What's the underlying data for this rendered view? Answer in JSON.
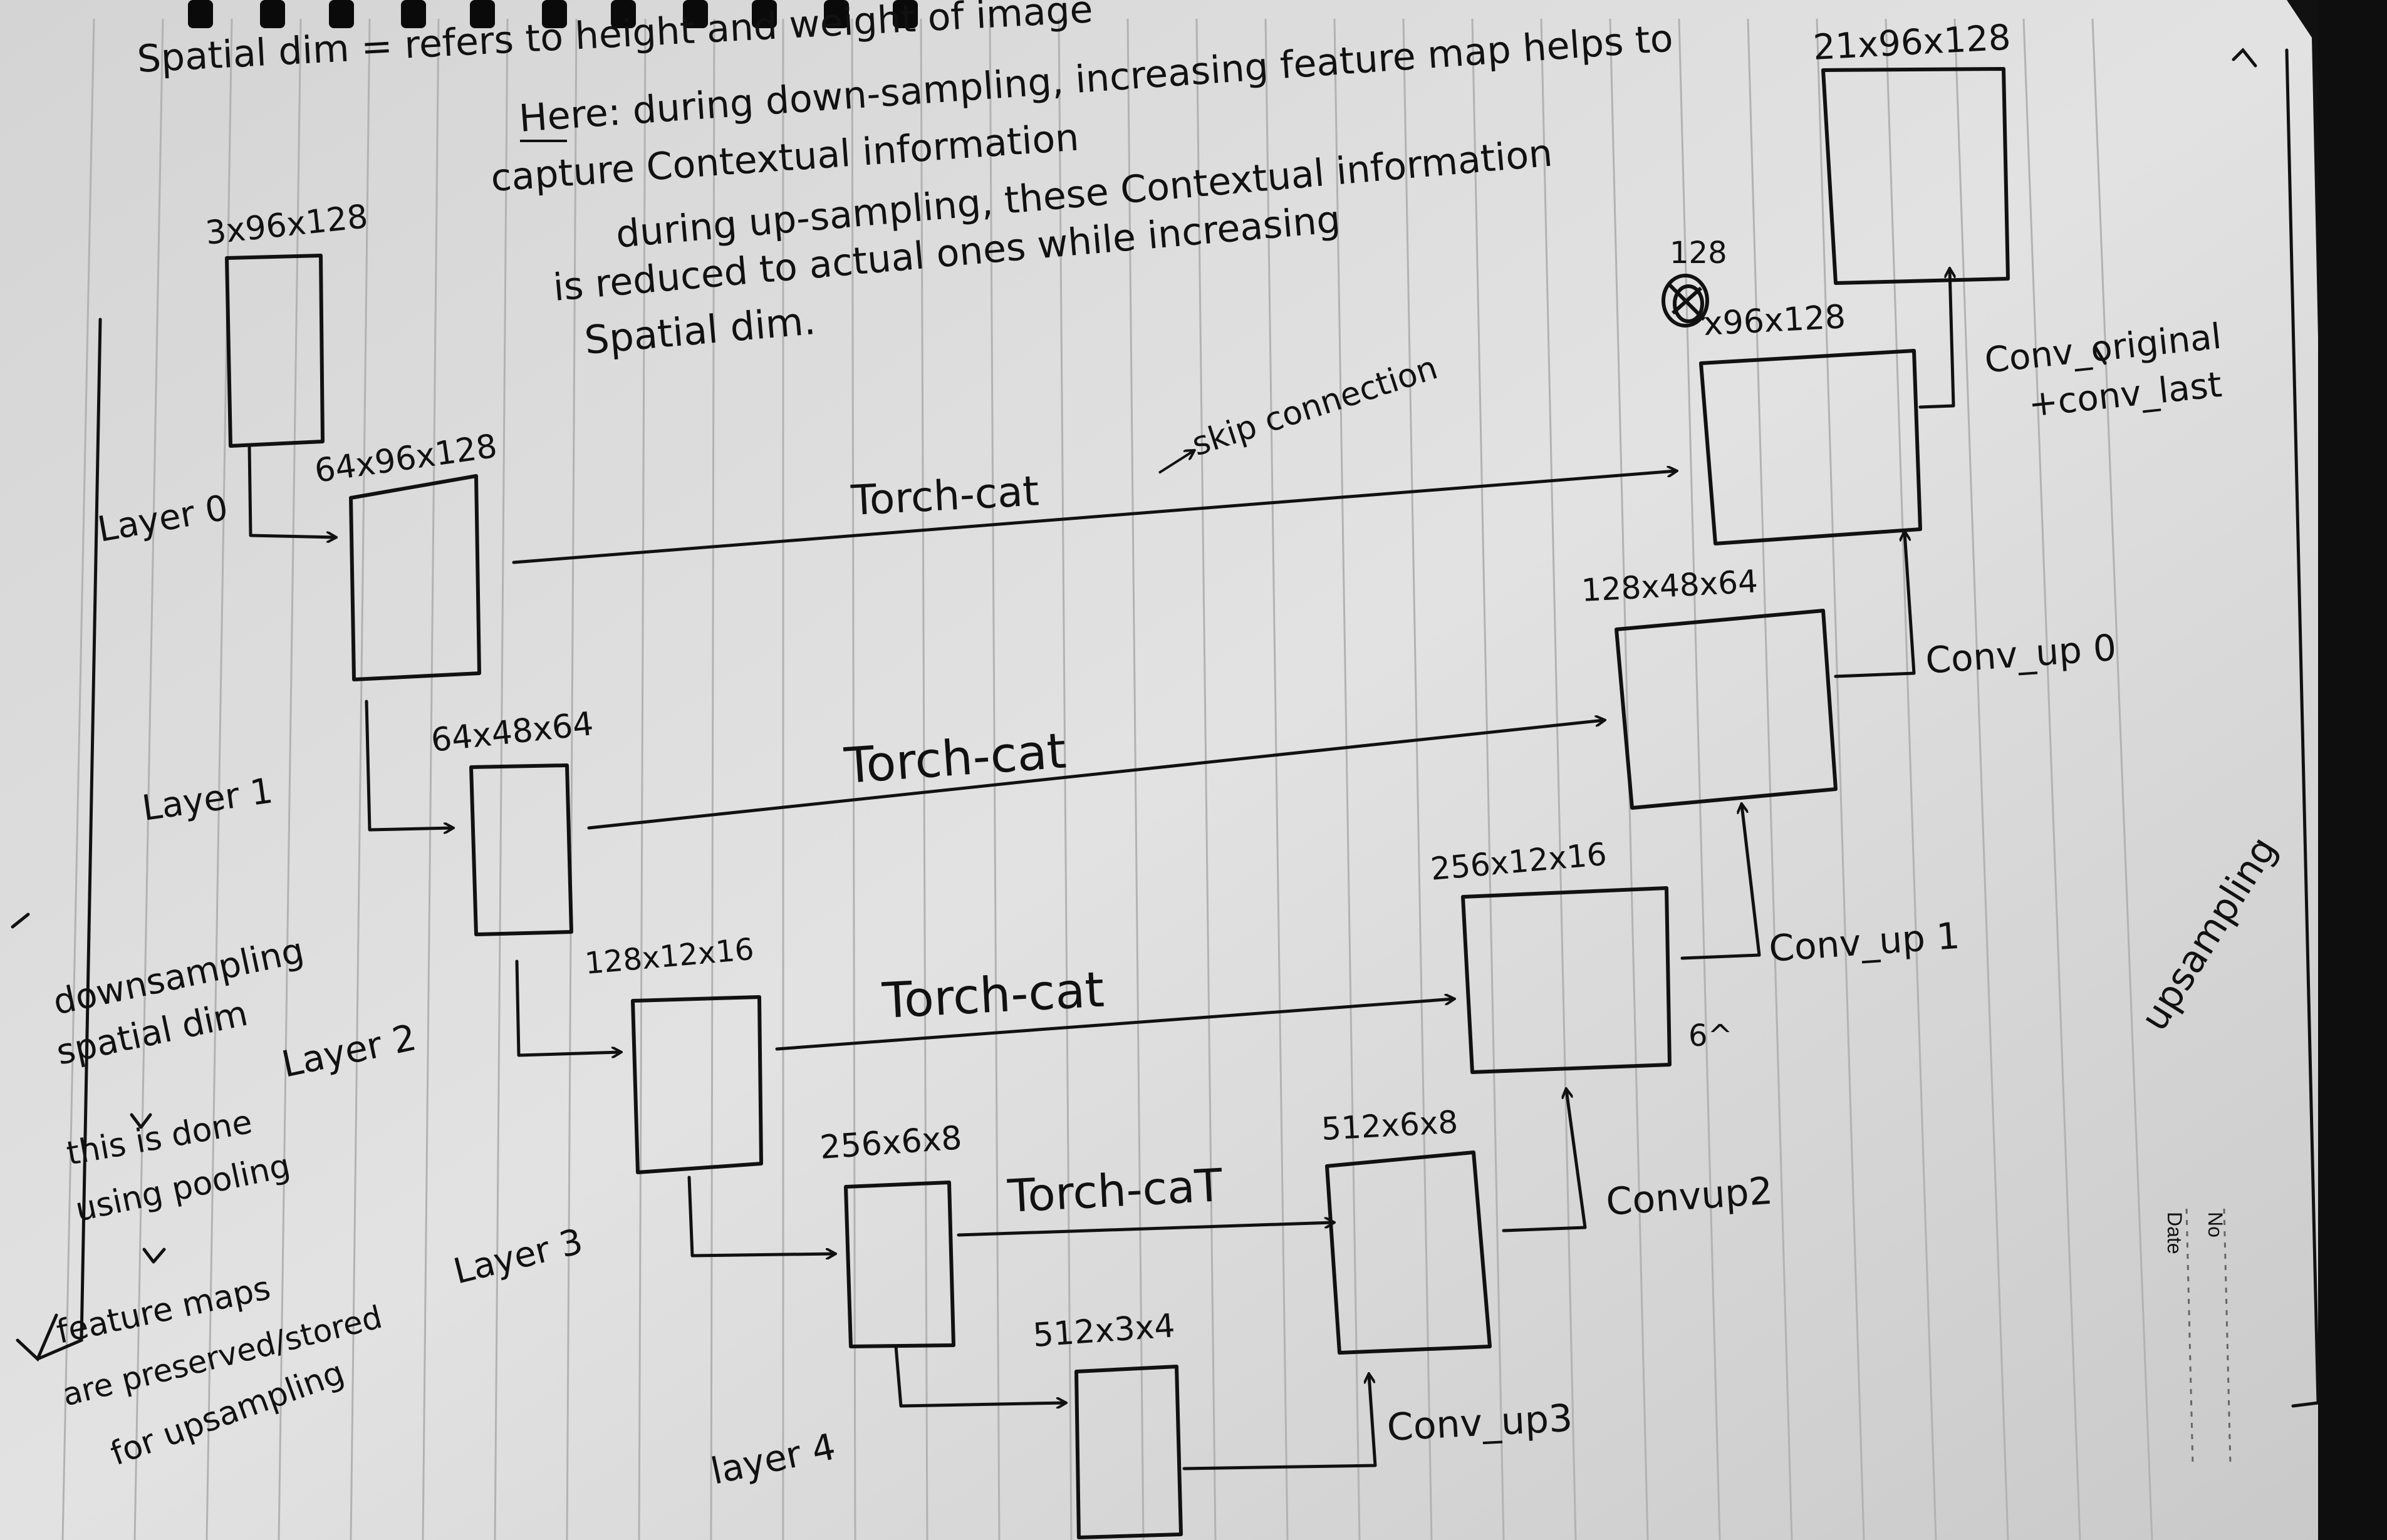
{
  "notes": {
    "line1": "Spatial dim = refers to height and weight of image",
    "line2": "Here: during down-sampling, increasing feature map helps to",
    "line3": "capture Contextual information",
    "line4": "during up-sampling, these Contextual information",
    "line5": "is reduced to actual ones while increasing",
    "line6": "Spatial dim."
  },
  "encoder": {
    "input_dims": "3x96x128",
    "layer0_label": "Layer 0",
    "layer0_dims": "64x96x128",
    "layer1_label": "Layer 1",
    "layer1_dims": "64x48x64",
    "layer2_label": "Layer 2",
    "layer2_dims": "128x12x16",
    "layer3_label": "Layer 3",
    "layer3_dims": "256x6x8",
    "layer4_label": "layer 4",
    "layer4_dims": "512x3x4"
  },
  "decoder": {
    "output_dims": "21x96x128",
    "upconcat_dims_a": "128",
    "upconcat_dims_b": "x96x128",
    "up0_dims": "128x48x64",
    "up1_dims": "256x12x16",
    "up2_dims": "512x6x8",
    "conv_original": "Conv_original",
    "conv_last": "+conv_last",
    "conv_up0": "Conv_up 0",
    "conv_up1": "Conv_up 1",
    "conv_up2": "Convup2",
    "conv_up3": "Conv_up3",
    "stray_mark": "6^"
  },
  "connections": {
    "torch_cat_1": "Torch-cat",
    "skip_connection": "skip connection",
    "torch_cat_2": "Torch-cat",
    "torch_cat_3": "Torch-cat",
    "torch_cat_4": "Torch-caT"
  },
  "side_notes": {
    "down1": "downsampling",
    "down2": "spatial dim",
    "down3": "this is done",
    "down4": "using pooling",
    "down5": "feature maps",
    "down6": "are preserved/stored",
    "down7": "for upsampling",
    "upsampling": "upsampling"
  },
  "page_labels": {
    "no": "No",
    "date": "Date"
  }
}
